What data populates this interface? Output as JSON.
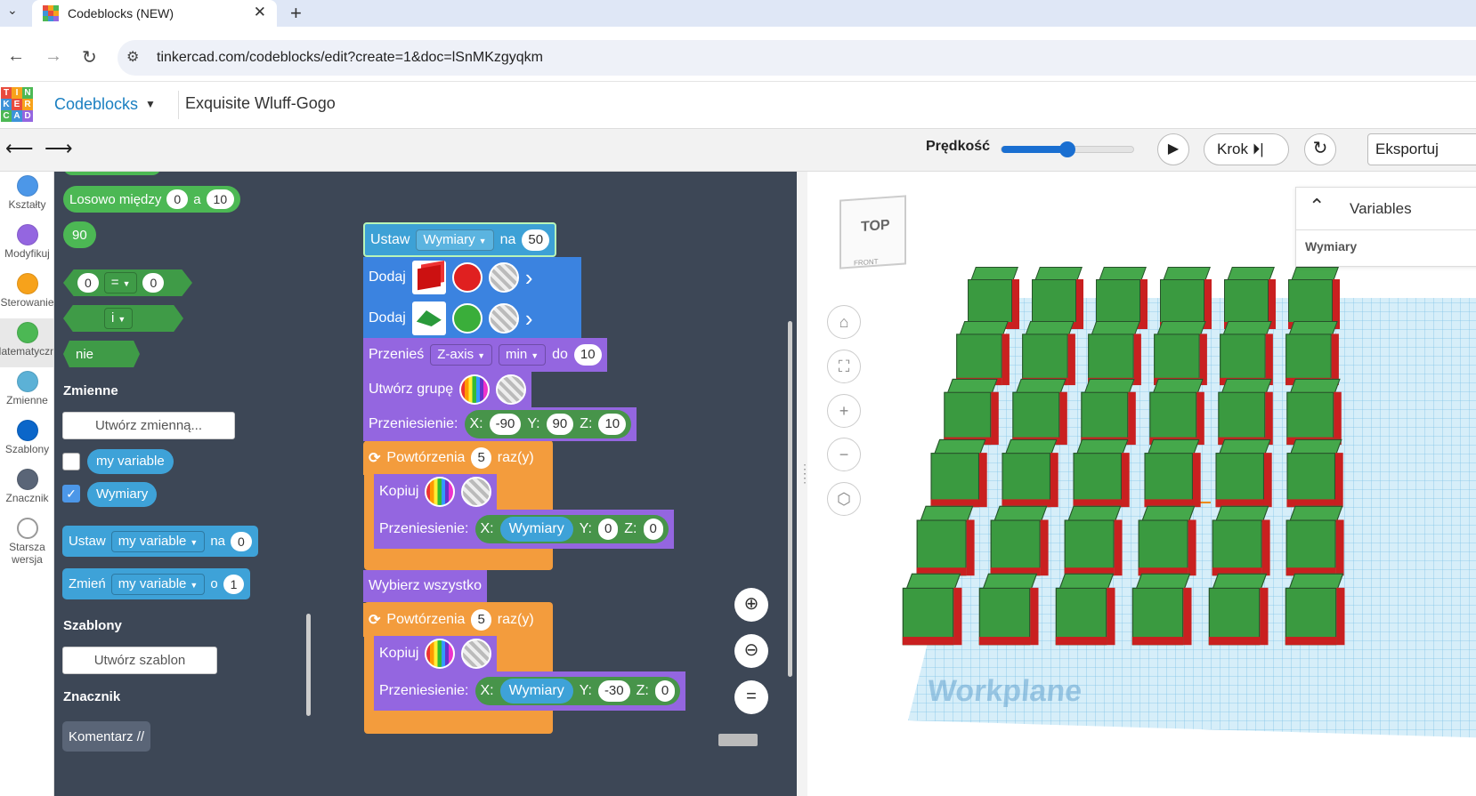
{
  "browser": {
    "tab_title": "Codeblocks (NEW)",
    "url": "tinkercad.com/codeblocks/edit?create=1&doc=lSnMKzgyqkm",
    "new_tab": "+",
    "close": "✕",
    "menu": "⌄"
  },
  "logo": {
    "letters": [
      "T",
      "I",
      "N",
      "K",
      "E",
      "R",
      "C",
      "A",
      "D"
    ],
    "colors": [
      "#e84c3d",
      "#f7a21b",
      "#4cb854",
      "#3d93d8",
      "#e84c3d",
      "#f7a21b",
      "#4cb854",
      "#3d93d8",
      "#9466e0"
    ]
  },
  "header": {
    "app_name": "Codeblocks",
    "project_name": "Exquisite Wluff-Gogo"
  },
  "toolbar": {
    "speed_label": "Prędkość",
    "speed_value": 0.5,
    "step_label": "Krok",
    "export_label": "Eksportuj"
  },
  "categories": [
    {
      "label": "Kształty",
      "color": "#4c97e8"
    },
    {
      "label": "Modyfikuj",
      "color": "#9466e0"
    },
    {
      "label": "Sterowanie",
      "color": "#f7a21b"
    },
    {
      "label": "Matematyczne",
      "color": "#4cb854",
      "selected": true
    },
    {
      "label": "Zmienne",
      "color": "#5cb1d6"
    },
    {
      "label": "Szablony",
      "color": "#0b66c9"
    },
    {
      "label": "Znacznik",
      "color": "#5a6577"
    },
    {
      "label": "Starsza wersja",
      "color": "#ffffff"
    }
  ],
  "flyout": {
    "random": {
      "label": "Losowo między",
      "from": "0",
      "and": "a",
      "to": "10"
    },
    "number": "90",
    "compare": {
      "left": "0",
      "op": "=",
      "right": "0"
    },
    "logic_and": "i",
    "logic_not": "nie",
    "variables_title": "Zmienne",
    "create_variable": "Utwórz zmienną...",
    "var1": "my variable",
    "var2": "Wymiary",
    "set_block": {
      "label": "Ustaw",
      "var": "my variable",
      "to": "na",
      "value": "0"
    },
    "change_block": {
      "label": "Zmień",
      "var": "my variable",
      "by": "o",
      "value": "1"
    },
    "templates_title": "Szablony",
    "create_template": "Utwórz szablon",
    "marker_title": "Znacznik",
    "comment": "Komentarz //"
  },
  "workspace": {
    "set": {
      "label": "Ustaw",
      "var": "Wymiary",
      "to": "na",
      "value": "50"
    },
    "add1": {
      "label": "Dodaj",
      "color": "#e02020"
    },
    "add2": {
      "label": "Dodaj",
      "color": "#3aae3a"
    },
    "move": {
      "label": "Przenieś",
      "axis": "Z-axis",
      "mode": "min",
      "to": "do",
      "value": "10"
    },
    "group": {
      "label": "Utwórz grupę"
    },
    "translate1": {
      "label": "Przeniesienie:",
      "xl": "X:",
      "x": "-90",
      "yl": "Y:",
      "y": "90",
      "zl": "Z:",
      "z": "10"
    },
    "repeat1": {
      "label": "Powtórzenia",
      "count": "5",
      "times": "raz(y)"
    },
    "copy1": {
      "label": "Kopiuj"
    },
    "translate2": {
      "label": "Przeniesienie:",
      "xl": "X:",
      "x": "Wymiary",
      "yl": "Y:",
      "y": "0",
      "zl": "Z:",
      "z": "0"
    },
    "select_all": "Wybierz wszystko",
    "repeat2": {
      "label": "Powtórzenia",
      "count": "5",
      "times": "raz(y)"
    },
    "copy2": {
      "label": "Kopiuj"
    },
    "translate3": {
      "label": "Przeniesienie:",
      "xl": "X:",
      "x": "Wymiary",
      "yl": "Y:",
      "y": "-30",
      "zl": "Z:",
      "z": "0"
    }
  },
  "viewer": {
    "cube_top": "TOP",
    "cube_front": "FRONT",
    "workplane": "Workplane",
    "var_panel_title": "Variables",
    "var_item": "Wymiary"
  }
}
